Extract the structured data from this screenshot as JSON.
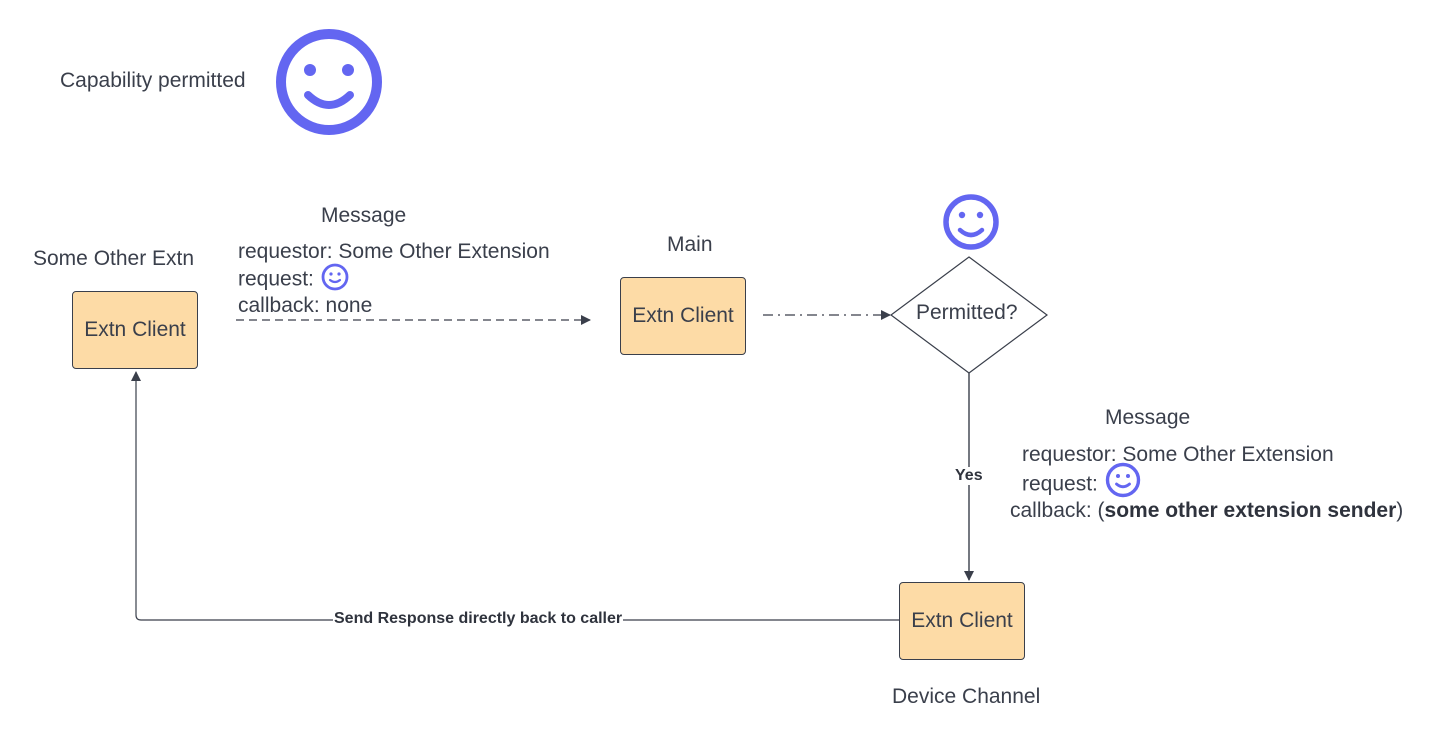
{
  "legend": {
    "text": "Capability permitted",
    "icon": "smiley-icon"
  },
  "colors": {
    "accent": "#6366f1",
    "box_fill": "#fddba6",
    "stroke": "#3a3f4b"
  },
  "nodes": {
    "some_other_extn": {
      "title": "Some Other Extn",
      "box": "Extn Client"
    },
    "main": {
      "title": "Main",
      "box": "Extn Client"
    },
    "decision": {
      "label": "Permitted?"
    },
    "device_channel": {
      "title": "Device Channel",
      "box": "Extn Client"
    }
  },
  "message_1": {
    "header": "Message",
    "requestor": "requestor: Some Other Extension",
    "request": "request:",
    "callback": "callback: none"
  },
  "message_2": {
    "header": "Message",
    "requestor": "requestor: Some Other Extension",
    "request": "request:",
    "callback_prefix": "callback: (",
    "callback_bold": "some other extension sender",
    "callback_suffix": ")"
  },
  "edges": {
    "yes": "Yes",
    "response": "Send Response directly back to caller"
  }
}
